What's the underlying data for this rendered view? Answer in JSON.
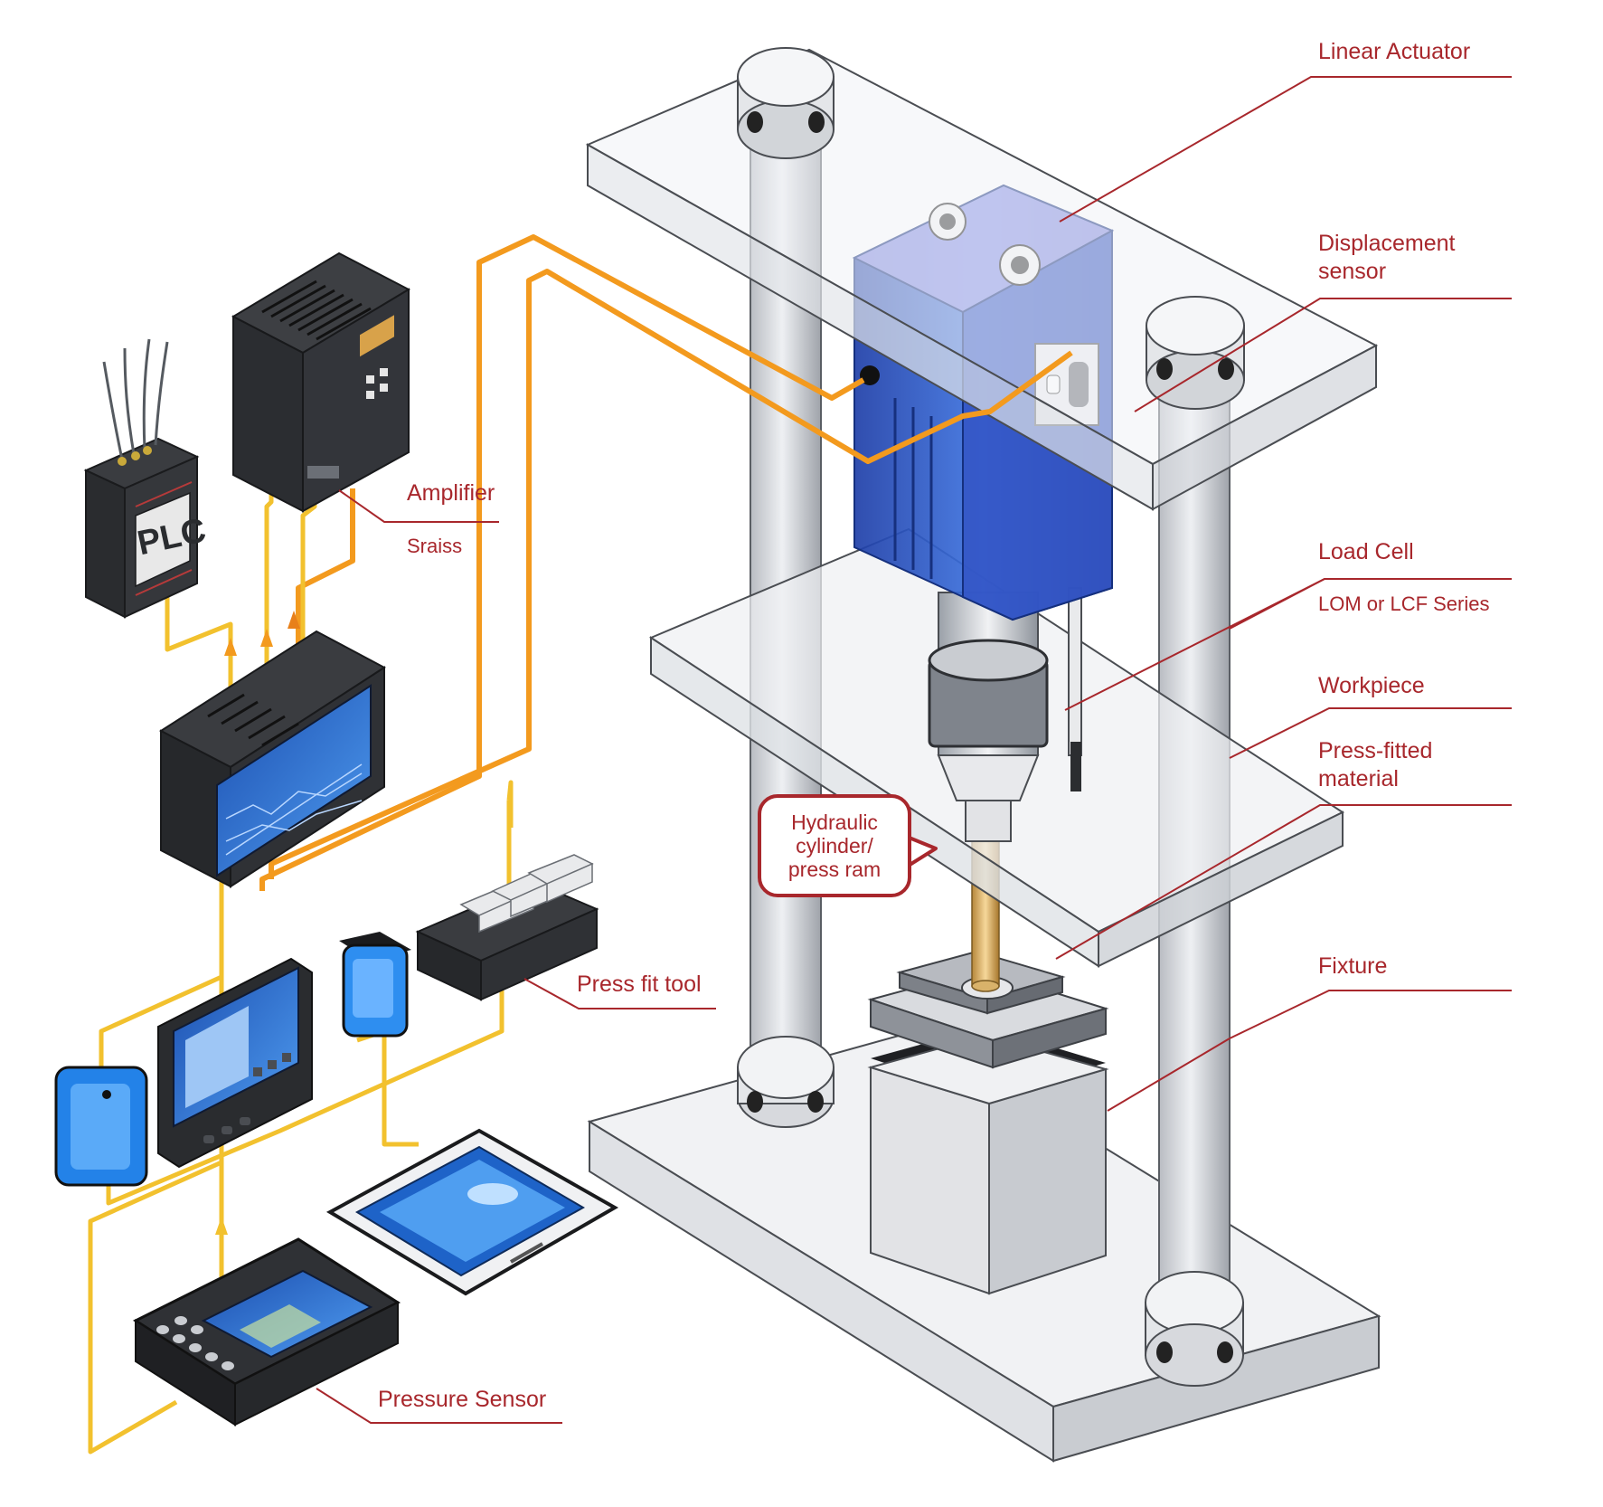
{
  "labels": {
    "linear_actuator": "Linear Actuator",
    "displacement_sensor_line1": "Displacement",
    "displacement_sensor_line2": "sensor",
    "load_cell": "Load Cell",
    "load_cell_series": "LOM or LCF Series",
    "workpiece": "Workpiece",
    "press_fitted_line1": "Press-fitted",
    "press_fitted_line2": "material",
    "fixture": "Fixture",
    "amplifier": "Amplifier",
    "amplifier_sub": "Sraiss",
    "press_fit_tool": "Press fit tool",
    "pressure_sensor": "Pressure Sensor",
    "plc": "PLC"
  },
  "callout": {
    "line1": "Hydraulic",
    "line2": "cylinder/",
    "line3": "press ram"
  },
  "colors": {
    "label_red": "#a8272c",
    "cable_orange": "#f39a1e",
    "cable_yellow": "#f2c12e",
    "actuator_blue": "#2f5fd0",
    "device_dark": "#2b2d30",
    "screen_blue": "#2a6fd6"
  }
}
